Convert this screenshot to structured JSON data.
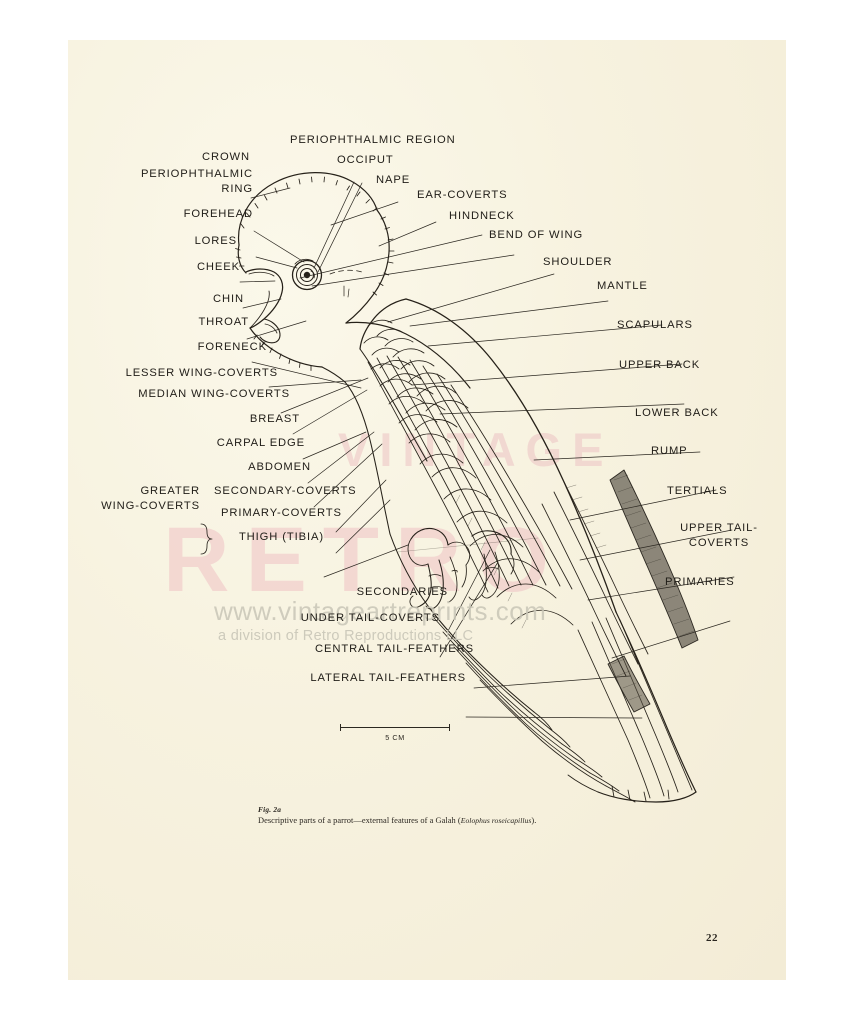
{
  "figure": {
    "title_fig_number": "Fig. 2a",
    "caption_prefix": "Descriptive parts of a parrot—external features of a Galah (",
    "caption_species": "Eolophus roseicapillus",
    "caption_suffix": ").",
    "page_number": "22",
    "scale_bar_label": "5 CM"
  },
  "watermark": {
    "word_vintage": "VINTAGE",
    "word_retro": "RETRO",
    "url": "www.vintageartreprints.com",
    "subtitle": "a division of Retro Reproductions LLC",
    "color_pink": "#edc3c4",
    "color_grey": "#c9c6b7"
  },
  "colors": {
    "page_background": "#f8f4e3",
    "ink": "#201d18",
    "outer_background": "#ffffff"
  },
  "labels_left": [
    {
      "id": "crown",
      "text": "CROWN"
    },
    {
      "id": "periophthalmic-ring",
      "line1": "PERIOPHTHALMIC",
      "line2": "RING"
    },
    {
      "id": "forehead",
      "text": "FOREHEAD"
    },
    {
      "id": "lores",
      "text": "LORES"
    },
    {
      "id": "cheek",
      "text": "CHEEK"
    },
    {
      "id": "chin",
      "text": "CHIN"
    },
    {
      "id": "throat",
      "text": "THROAT"
    },
    {
      "id": "foreneck",
      "text": "FORENECK"
    },
    {
      "id": "lesser-wing-coverts",
      "text": "LESSER  WING-COVERTS"
    },
    {
      "id": "median-wing-coverts",
      "text": "MEDIAN  WING-COVERTS"
    },
    {
      "id": "breast",
      "text": "BREAST"
    },
    {
      "id": "carpal-edge",
      "text": "CARPAL  EDGE"
    },
    {
      "id": "abdomen",
      "text": "ABDOMEN"
    },
    {
      "id": "greater-wing-coverts",
      "line1": "GREATER",
      "line2": "WING-COVERTS"
    },
    {
      "id": "secondary-coverts",
      "text": "SECONDARY-COVERTS"
    },
    {
      "id": "primary-coverts",
      "text": "PRIMARY-COVERTS"
    },
    {
      "id": "thigh-tibia",
      "text": "THIGH  (TIBIA)"
    }
  ],
  "labels_top": [
    {
      "id": "periophthalmic-region",
      "text": "PERIOPHTHALMIC   REGION"
    },
    {
      "id": "occiput",
      "text": "OCCIPUT"
    },
    {
      "id": "nape",
      "text": "NAPE"
    }
  ],
  "labels_right": [
    {
      "id": "ear-coverts",
      "text": "EAR-COVERTS"
    },
    {
      "id": "hindneck",
      "text": "HINDNECK"
    },
    {
      "id": "bend-of-wing",
      "text": "BEND  OF  WING"
    },
    {
      "id": "shoulder",
      "text": "SHOULDER"
    },
    {
      "id": "mantle",
      "text": "MANTLE"
    },
    {
      "id": "scapulars",
      "text": "SCAPULARS"
    },
    {
      "id": "upper-back",
      "text": "UPPER  BACK"
    },
    {
      "id": "lower-back",
      "text": "LOWER  BACK"
    },
    {
      "id": "rump",
      "text": "RUMP"
    },
    {
      "id": "tertials",
      "text": "TERTIALS"
    },
    {
      "id": "upper-tail-coverts",
      "line1": "UPPER  TAIL-",
      "line2": "COVERTS"
    },
    {
      "id": "primaries",
      "text": "PRIMARIES"
    }
  ],
  "labels_bottom": [
    {
      "id": "secondaries",
      "text": "SECONDARIES"
    },
    {
      "id": "under-tail-coverts",
      "text": "UNDER  TAIL-COVERTS"
    },
    {
      "id": "central-tail-feathers",
      "text": "CENTRAL   TAIL-FEATHERS"
    },
    {
      "id": "lateral-tail-feathers",
      "text": "LATERAL  TAIL-FEATHERS"
    }
  ]
}
